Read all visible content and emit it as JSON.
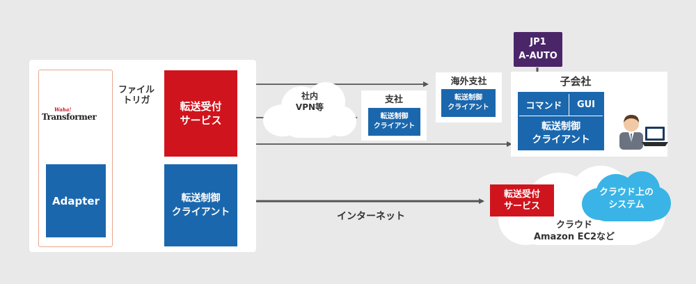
{
  "product": {
    "logo_small": "Waha!",
    "logo_main": "Transformer",
    "adapter_label": "Adapter"
  },
  "hq": {
    "trigger_label_1": "ファイル",
    "trigger_label_2": "トリガ",
    "receive_service_1": "転送受付",
    "receive_service_2": "サービス",
    "transfer_client_1": "転送制御",
    "transfer_client_2": "クライアント"
  },
  "network": {
    "vpn_label_1": "社内",
    "vpn_label_2": "VPN等",
    "internet_label": "インターネット"
  },
  "branch": {
    "title": "支社",
    "client_1": "転送制御",
    "client_2": "クライアント"
  },
  "overseas": {
    "title": "海外支社",
    "client_1": "転送制御",
    "client_2": "クライアント"
  },
  "subsidiary": {
    "title": "子会社",
    "command_label": "コマンド",
    "gui_label": "GUI",
    "client_1": "転送制御",
    "client_2": "クライアント"
  },
  "jp1": {
    "line1": "JP1",
    "line2": "A-AUTO"
  },
  "cloud": {
    "receive_1": "転送受付",
    "receive_2": "サービス",
    "system_1": "クラウド上の",
    "system_2": "システム",
    "caption_1": "クラウド",
    "caption_2": "Amazon EC2など"
  },
  "icons": [
    "double-arrow-icon",
    "person-icon",
    "laptop-icon",
    "arrow-down-icon"
  ],
  "colors": {
    "blue": "#1b67ad",
    "red": "#d0141d",
    "purple": "#4a2669",
    "cloud_blue": "#3ab4e6",
    "background": "#e9e9e9"
  }
}
